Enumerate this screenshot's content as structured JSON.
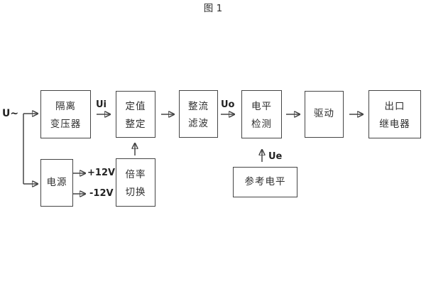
{
  "figure": {
    "caption": "图 1",
    "background": "#ffffff",
    "line_color": "#454545",
    "text_color": "#2e2e2e"
  },
  "signal_labels": {
    "input": "U~",
    "ui": "Ui",
    "uo": "Uo",
    "ue": "Ue",
    "rail_positive": "+12V",
    "rail_negative": "-12V"
  },
  "blocks": {
    "isolation_transformer": {
      "lines": [
        "隔离",
        "变压器"
      ]
    },
    "setting": {
      "lines": [
        "定值",
        "整定"
      ]
    },
    "rectifier_filter": {
      "lines": [
        "整流",
        "滤波"
      ]
    },
    "level_detection": {
      "lines": [
        "电平",
        "检测"
      ]
    },
    "drive": {
      "lines": [
        "驱动"
      ]
    },
    "output_relay": {
      "lines": [
        "出口",
        "继电器"
      ]
    },
    "power_supply": {
      "lines": [
        "电源"
      ]
    },
    "ratio_switch": {
      "lines": [
        "倍率",
        "切换"
      ]
    },
    "reference_level": {
      "lines": [
        "参考电平"
      ]
    }
  }
}
